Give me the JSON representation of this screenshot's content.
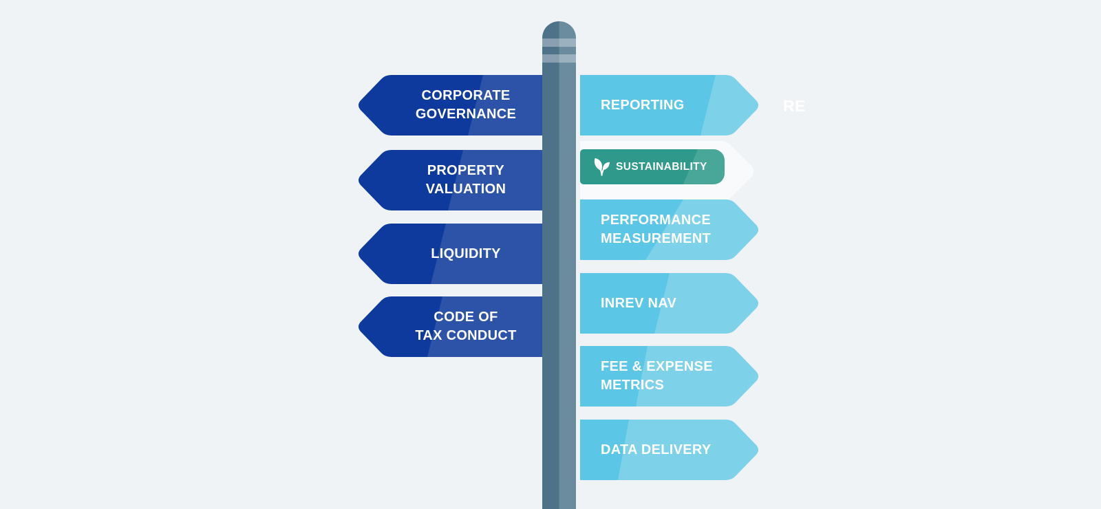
{
  "colors": {
    "background": "#eff3f6",
    "left_sign": "#0e3a9d",
    "left_sign_highlight": "#2e54b2",
    "right_sign": "#5bc6e5",
    "right_sign_highlight": "#7dd1ea",
    "sustainability_badge": "#2f9a8b",
    "pole_dark": "#4e7288",
    "pole_light": "#6b8b9e",
    "sign_text": "#ffffff"
  },
  "signpost": {
    "left": [
      {
        "label": "CORPORATE GOVERNANCE",
        "lines": [
          "CORPORATE",
          "GOVERNANCE"
        ]
      },
      {
        "label": "PROPERTY VALUATION",
        "lines": [
          "PROPERTY",
          "VALUATION"
        ]
      },
      {
        "label": "LIQUIDITY",
        "lines": [
          "LIQUIDITY"
        ]
      },
      {
        "label": "CODE OF TAX CONDUCT",
        "lines": [
          "CODE OF",
          "TAX CONDUCT"
        ]
      }
    ],
    "right": [
      {
        "label": "REPORTING",
        "lines": [
          "REPORTING"
        ]
      },
      {
        "label": "SUSTAINABILITY",
        "lines": [
          "SUSTAINABILITY"
        ],
        "icon": "leaf-icon"
      },
      {
        "label": "PERFORMANCE MEASUREMENT",
        "lines": [
          "PERFORMANCE",
          "MEASUREMENT"
        ]
      },
      {
        "label": "INREV NAV",
        "lines": [
          "INREV NAV"
        ]
      },
      {
        "label": "FEE & EXPENSE METRICS",
        "lines": [
          "FEE & EXPENSE",
          "METRICS"
        ]
      },
      {
        "label": "DATA DELIVERY",
        "lines": [
          "DATA DELIVERY"
        ]
      }
    ]
  },
  "watermark": {
    "text": "RE"
  }
}
